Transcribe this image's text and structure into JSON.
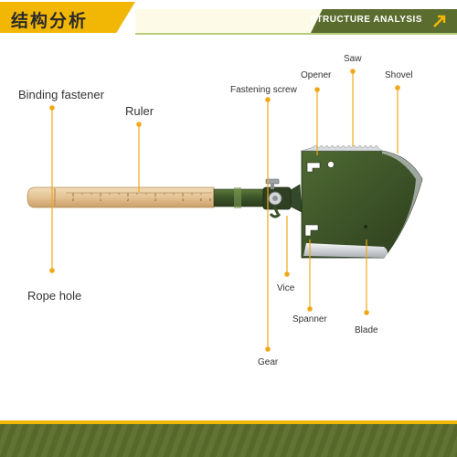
{
  "header": {
    "title": "结构分析",
    "subtitle": "STRUCTURE ANALYSIS"
  },
  "labels": {
    "binding_fastener": "Binding fastener",
    "ruler": "Ruler",
    "rope_hole": "Rope hole",
    "fastening_screw": "Fastening screw",
    "opener": "Opener",
    "saw": "Saw",
    "shovel": "Shovel",
    "vice": "Vice",
    "spanner": "Spanner",
    "blade": "Blade",
    "gear": "Gear"
  },
  "ruler_marks": [
    "0",
    "1",
    "2",
    "3",
    "4",
    "5",
    "6"
  ],
  "colors": {
    "accent_yellow": "#f2b705",
    "army_green": "#5b6d2e",
    "blade_green": "#3c5228",
    "handle_wood": "#e7c89c",
    "leader_line": "#f0a818",
    "steel": "#c9cdd2"
  }
}
